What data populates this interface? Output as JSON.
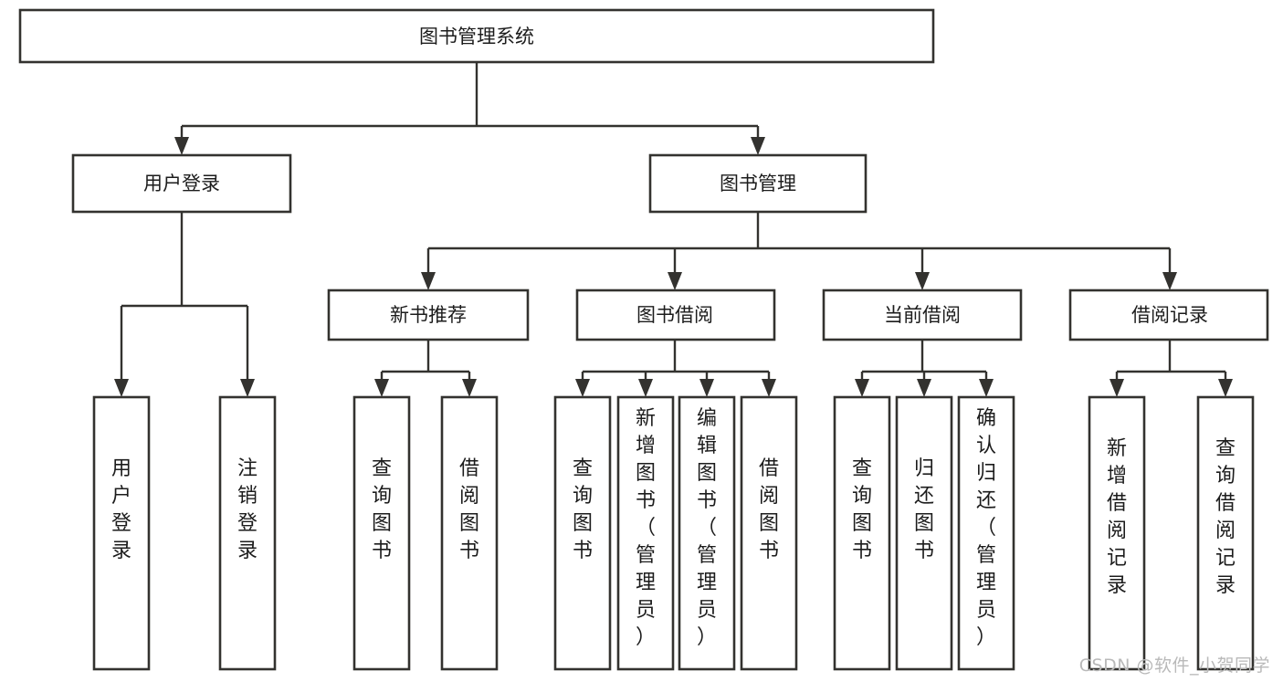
{
  "diagram": {
    "title_node": {
      "label": "图书管理系统"
    },
    "level1": [
      {
        "id": "user-login",
        "label": "用户登录"
      },
      {
        "id": "book-manage",
        "label": "图书管理"
      }
    ],
    "level2": [
      {
        "id": "new-book-recommend",
        "label": "新书推荐",
        "parent": "book-manage"
      },
      {
        "id": "book-borrow",
        "label": "图书借阅",
        "parent": "book-manage"
      },
      {
        "id": "current-borrow",
        "label": "当前借阅",
        "parent": "book-manage"
      },
      {
        "id": "borrow-record",
        "label": "借阅记录",
        "parent": "book-manage"
      }
    ],
    "leaves": {
      "user-login": [
        {
          "id": "leaf-user-login",
          "label": "用户登录"
        },
        {
          "id": "leaf-logout",
          "label": "注销登录"
        }
      ],
      "new-book-recommend": [
        {
          "id": "leaf-query-book-1",
          "label": "查询图书"
        },
        {
          "id": "leaf-borrow-book-1",
          "label": "借阅图书"
        }
      ],
      "book-borrow": [
        {
          "id": "leaf-query-book-2",
          "label": "查询图书"
        },
        {
          "id": "leaf-add-book",
          "label": "新增图书（管理员）"
        },
        {
          "id": "leaf-edit-book",
          "label": "编辑图书（管理员）"
        },
        {
          "id": "leaf-borrow-book-2",
          "label": "借阅图书"
        }
      ],
      "current-borrow": [
        {
          "id": "leaf-query-book-3",
          "label": "查询图书"
        },
        {
          "id": "leaf-return-book",
          "label": "归还图书"
        },
        {
          "id": "leaf-confirm-return",
          "label": "确认归还（管理员）"
        }
      ],
      "borrow-record": [
        {
          "id": "leaf-add-record",
          "label": "新增借阅记录"
        },
        {
          "id": "leaf-query-record",
          "label": "查询借阅记录"
        }
      ]
    },
    "colors": {
      "stroke": "#33322f",
      "box_fill": "#ffffff",
      "text": "#1c1c1c",
      "watermark": "#b9b9b9",
      "background": "#ffffff"
    }
  },
  "watermark": {
    "text": "CSDN @软件_小贺同学"
  }
}
